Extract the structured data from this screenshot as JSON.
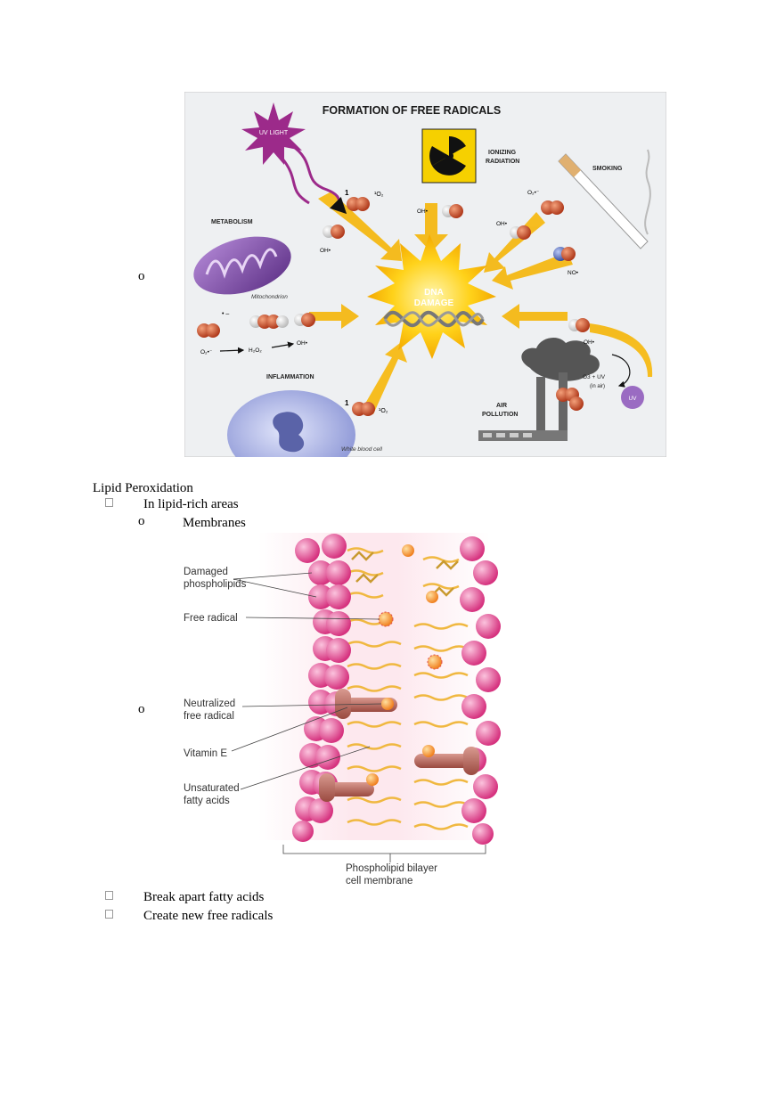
{
  "figure1": {
    "title": "FORMATION OF FREE RADICALS",
    "uv_light": "UV LIGHT",
    "ionizing_radiation": [
      "IONIZING",
      "RADIATION"
    ],
    "smoking": "SMOKING",
    "metabolism": "METABOLISM",
    "mitochondrion": "Mitochondrion",
    "dna_damage": [
      "DNA",
      "DAMAGE"
    ],
    "inflammation": "INFLAMMATION",
    "white_blood_cell": "White blood cell",
    "air_pollution": [
      "AIR",
      "POLLUTION"
    ],
    "o3_uv": "O3 + UV",
    "in_air": "(in air)",
    "uv_small": "UV",
    "oh": "OH•",
    "singlet_o2": "¹O₂",
    "singlet_num": "1",
    "superoxide": "O₂•⁻",
    "no": "NO•",
    "h2o2": "H₂O₂",
    "dot_minus": "• –"
  },
  "section": {
    "heading": "Lipid Peroxidation",
    "bullet1": "In lipid-rich areas",
    "sub_bullet1": "Membranes",
    "bullet2": "Break apart fatty acids",
    "bullet3": "Create new free radicals",
    "o_marker": "o"
  },
  "figure2": {
    "damaged": [
      "Damaged",
      "phospholipids"
    ],
    "free_radical": "Free radical",
    "neutralized": [
      "Neutralized",
      "free radical"
    ],
    "vitamin_e": "Vitamin E",
    "unsaturated": [
      "Unsaturated",
      "fatty acids"
    ],
    "bilayer": [
      "Phospholipid bilayer",
      "cell membrane"
    ]
  }
}
